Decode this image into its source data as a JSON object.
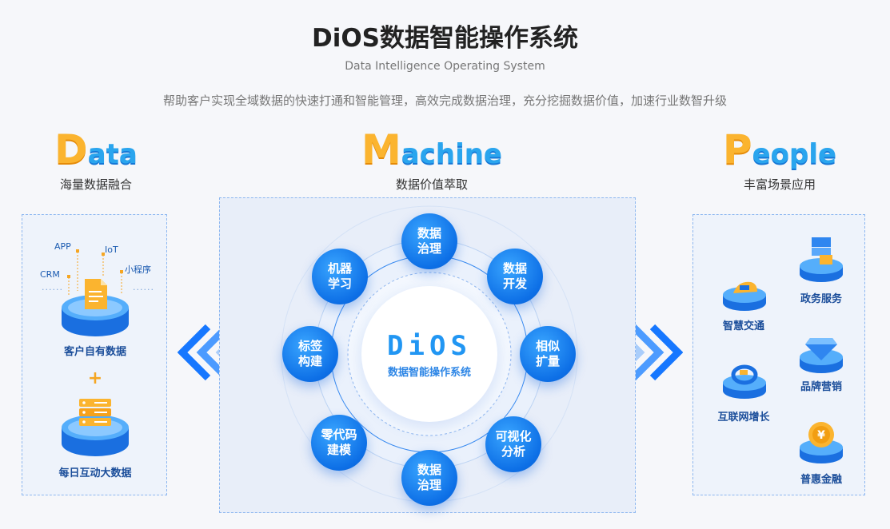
{
  "header": {
    "title": "DiOS数据智能操作系统",
    "subtitle": "Data Intelligence Operating System",
    "description": "帮助客户实现全域数据的快速打通和智能管理，高效完成数据治理，充分挖掘数据价值，加速行业数智升级"
  },
  "pillars": {
    "data": {
      "initial": "D",
      "rest": "ata",
      "label": "海量数据融合"
    },
    "machine": {
      "initial": "M",
      "rest": "achine",
      "label": "数据价值萃取"
    },
    "people": {
      "initial": "P",
      "rest": "eople",
      "label": "丰富场景应用"
    }
  },
  "data_panel": {
    "sources": [
      "APP",
      "IoT",
      "CRM",
      "小程序"
    ],
    "ellipsis_left": "......",
    "ellipsis_right": "......",
    "platform_top_label": "客户自有数据",
    "plus": "+",
    "platform_bottom_label": "每日互动大数据"
  },
  "machine_panel": {
    "core_logo": "DiOS",
    "core_sub": "数据智能操作系统",
    "nodes": [
      "数据治理",
      "数据开发",
      "相似扩量",
      "可视化分析",
      "数据治理",
      "零代码建模",
      "标签构建",
      "机器学习"
    ]
  },
  "people_panel": {
    "apps": [
      "智慧交通",
      "政务服务",
      "互联网增长",
      "品牌营销",
      "普惠金融"
    ]
  },
  "colors": {
    "accent_blue": "#1677ff",
    "accent_orange": "#fbb42f",
    "panel_border": "#8db7f0"
  }
}
